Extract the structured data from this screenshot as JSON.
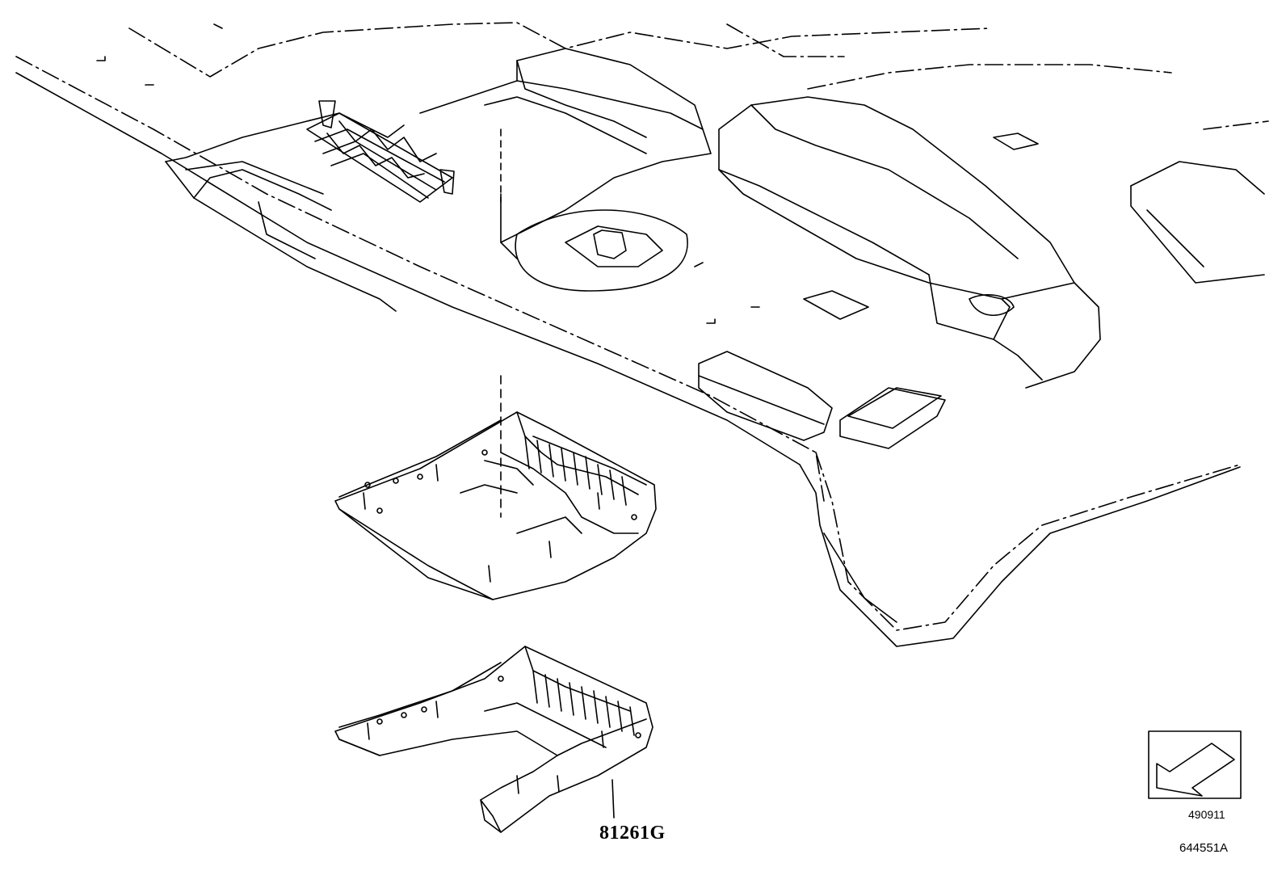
{
  "diagram": {
    "part_callout": "81261G",
    "direction_reference": "490911",
    "illustration_number": "644551A"
  }
}
